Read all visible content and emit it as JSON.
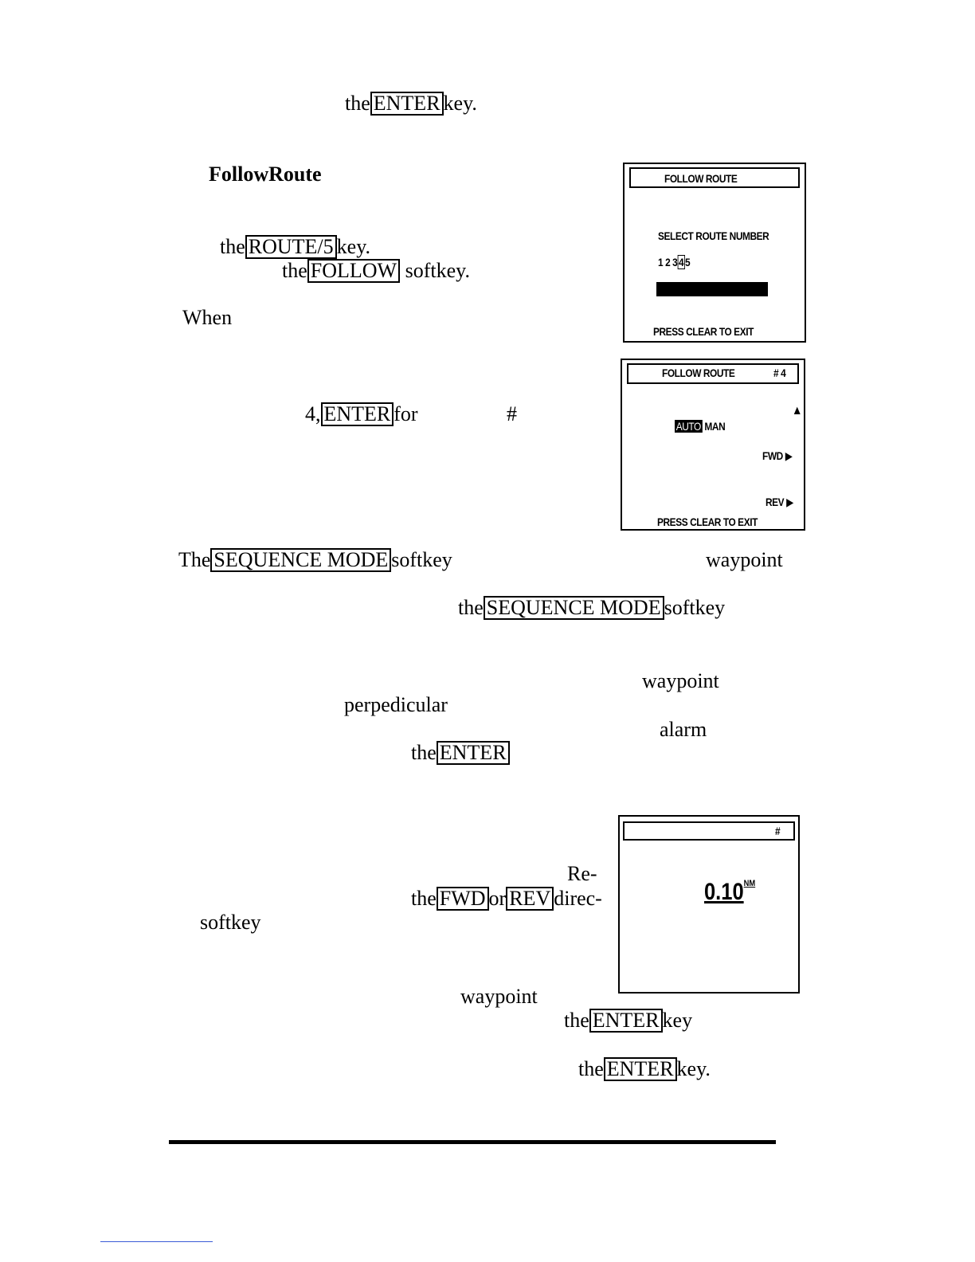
{
  "text": {
    "l1_the": "the",
    "l1_key": "key.",
    "heading": "FollowRoute",
    "l2_the": "the",
    "l2_key": "key.",
    "l3_the": "the",
    "l3_softkey": "softkey.",
    "when": "When",
    "l4_num": "4,",
    "l4_for": "for",
    "l4_hash": "#",
    "seq_the": "The",
    "seq_softkey": "softkey",
    "seq_waypoint": "waypoint",
    "seq2_the": "the",
    "seq2_softkey": "softkey",
    "p_waypoint": "waypoint",
    "p_perp": "perpedicular",
    "p_alarm": "alarm",
    "p_the": "the",
    "re": "Re-",
    "fwd_the": "the",
    "fwd_or": "or",
    "direc": "direc-",
    "softkey": "softkey",
    "w2": "waypoint",
    "e1_the": "the",
    "e1_key": "key",
    "e2_the": "the",
    "e2_key": "key."
  },
  "keys": {
    "enter": "ENTER",
    "route": "ROUTE/5",
    "follow": "FOLLOW",
    "sequence_mode": "SEQUENCE MODE",
    "fwd": "FWD",
    "rev": "REV"
  },
  "screen1": {
    "title": "FOLLOW ROUTE",
    "select": "SELECT ROUTE NUMBER",
    "nums_pre": "1 2 3",
    "nums_sel": "4",
    "nums_post": "5",
    "exit": "PRESS CLEAR TO EXIT"
  },
  "screen2": {
    "title": "FOLLOW ROUTE",
    "route_num": "# 4",
    "auto": "AUTO",
    "man": "MAN",
    "fwd": "FWD",
    "rev": "REV",
    "exit": "PRESS CLEAR TO EXIT"
  },
  "screen3": {
    "hash": "#",
    "distance": "0.10",
    "unit": "NM"
  }
}
